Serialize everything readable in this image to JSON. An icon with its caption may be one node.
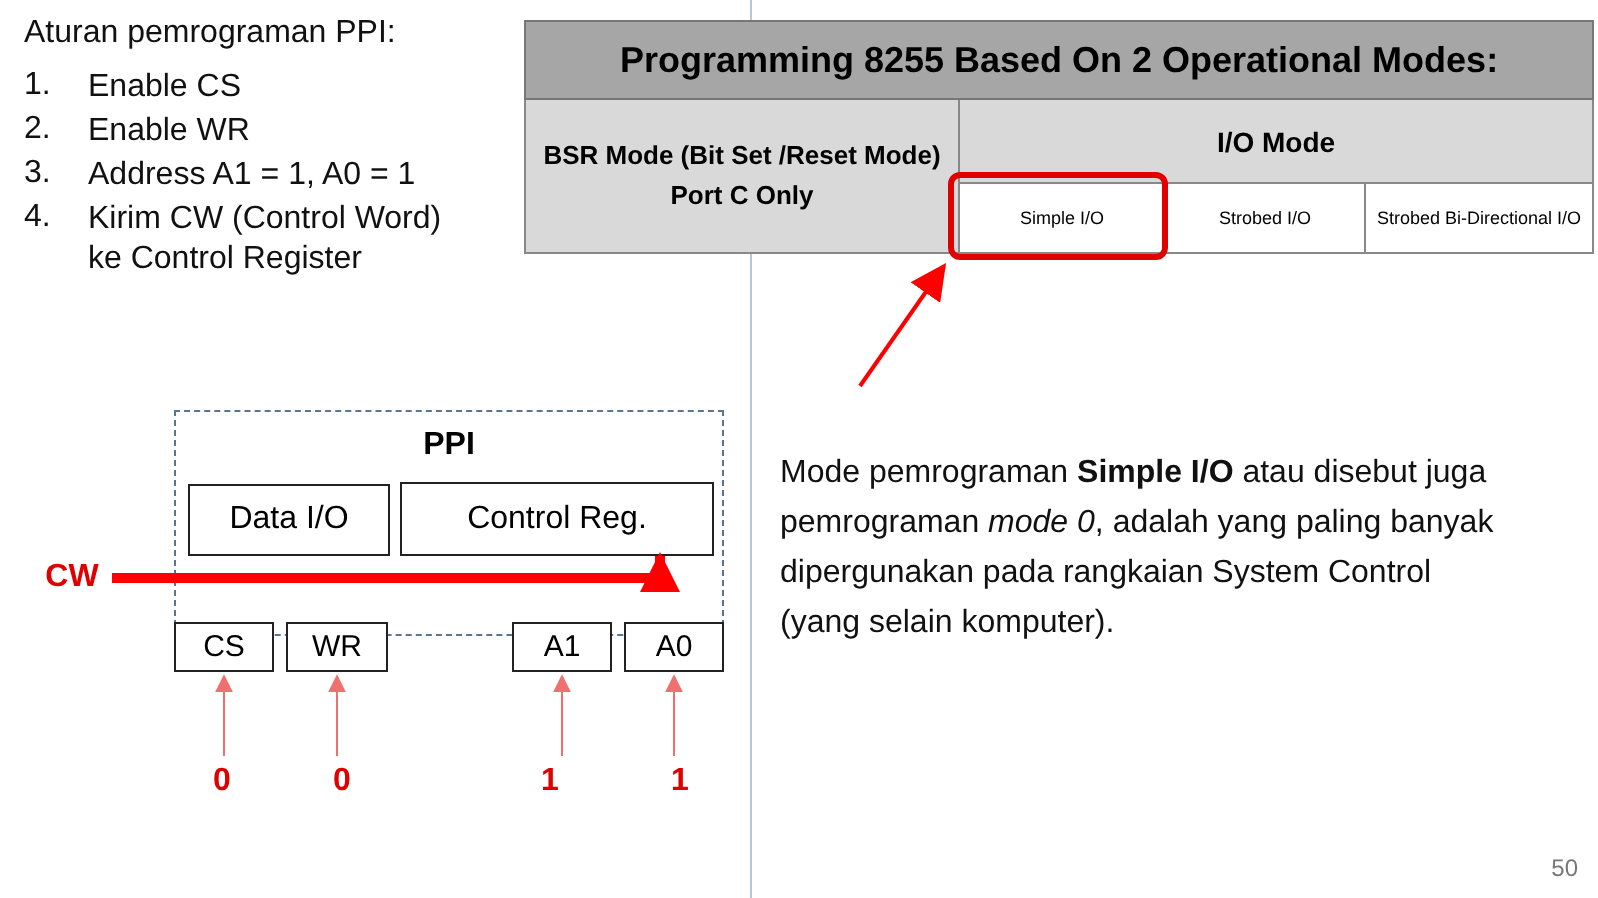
{
  "diagram": {
    "nodes": [
      {
        "text": [
          "PPI"
        ]
      },
      {
        "text": [
          "Data I/O"
        ],
        "in": 0
      },
      {
        "text": [
          "Control Reg."
        ],
        "in": 0
      },
      {
        "text": [
          "CW"
        ]
      },
      {
        "text": [
          "CS"
        ]
      },
      {
        "text": [
          "WR"
        ]
      },
      {
        "text": [
          "A1"
        ]
      },
      {
        "text": [
          "A0"
        ]
      },
      {
        "text": [
          "0"
        ]
      },
      {
        "text": [
          "0"
        ]
      },
      {
        "text": [
          "1"
        ]
      },
      {
        "text": [
          "1"
        ]
      },
      {
        "text": [
          "Programming 8255 Based On 2 Operational Modes:"
        ]
      },
      {
        "text": [
          "BSR Mode (Bit Set /Reset Mode) Port C Only"
        ]
      },
      {
        "text": [
          "I/O Mode"
        ]
      },
      {
        "text": [
          "Simple I/O"
        ]
      },
      {
        "text": [
          "Strobed I/O"
        ]
      },
      {
        "text": [
          "Strobed Bi-Directional I/O"
        ]
      }
    ],
    "edges": [
      {
        "from": 3,
        "to": 2,
        "arrow": "to",
        "style": "thick",
        "color": "#ff0000"
      },
      {
        "from": 8,
        "to": 4,
        "arrow": "to"
      },
      {
        "from": 9,
        "to": 5,
        "arrow": "to"
      },
      {
        "from": 10,
        "to": 6,
        "arrow": "to"
      },
      {
        "from": 11,
        "to": 7,
        "arrow": "to"
      },
      {
        "from": null,
        "to": 15,
        "arrow": "to",
        "color": "#ff0000"
      }
    ],
    "labels": [
      "Aturan pemrograman PPI:",
      "1.",
      "Enable CS",
      "2.",
      "Enable WR",
      "3.",
      "Address A1 = 1, A0 = 1",
      "4.",
      "Kirim CW (Control Word) ke Control Register",
      "Mode pemrograman **Simple I/O** atau disebut juga pemrograman *mode 0*, adalah yang paling banyak dipergunakan pada rangkaian System Control (yang selain komputer).",
      "50"
    ]
  }
}
